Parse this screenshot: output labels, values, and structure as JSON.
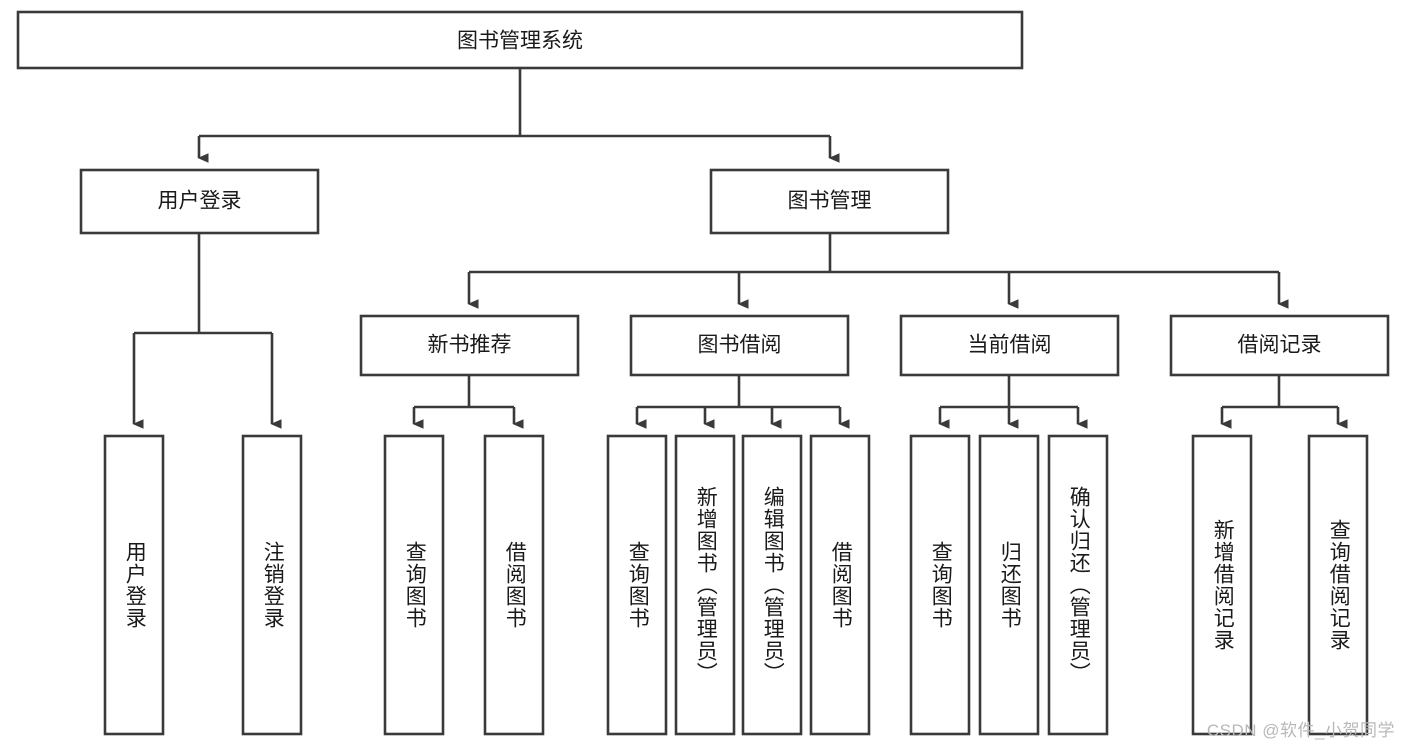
{
  "diagram": {
    "title": "图书管理系统",
    "type": "tree",
    "watermark": "CSDN @软件_小贺同学",
    "colors": {
      "box_stroke": "#3a3a3a",
      "box_fill": "#ffffff",
      "text": "#1a1a1a",
      "connector": "#3a3a3a",
      "watermark": "#b8b8b8",
      "background": "#ffffff"
    },
    "root": {
      "label": "图书管理系统"
    },
    "level2": [
      {
        "label": "用户登录"
      },
      {
        "label": "图书管理"
      }
    ],
    "level3": [
      {
        "label": "新书推荐"
      },
      {
        "label": "图书借阅"
      },
      {
        "label": "当前借阅"
      },
      {
        "label": "借阅记录"
      }
    ],
    "leaves": [
      {
        "label": "用户登录",
        "parent": "用户登录"
      },
      {
        "label": "注销登录",
        "parent": "用户登录"
      },
      {
        "label": "查询图书",
        "parent": "新书推荐"
      },
      {
        "label": "借阅图书",
        "parent": "新书推荐"
      },
      {
        "label": "查询图书",
        "parent": "图书借阅"
      },
      {
        "label": "新增图书（管理员）",
        "parent": "图书借阅"
      },
      {
        "label": "编辑图书（管理员）",
        "parent": "图书借阅"
      },
      {
        "label": "借阅图书",
        "parent": "图书借阅"
      },
      {
        "label": "查询图书",
        "parent": "当前借阅"
      },
      {
        "label": "归还图书",
        "parent": "当前借阅"
      },
      {
        "label": "确认归还（管理员）",
        "parent": "当前借阅"
      },
      {
        "label": "新增借阅记录",
        "parent": "借阅记录"
      },
      {
        "label": "查询借阅记录",
        "parent": "借阅记录"
      }
    ]
  }
}
